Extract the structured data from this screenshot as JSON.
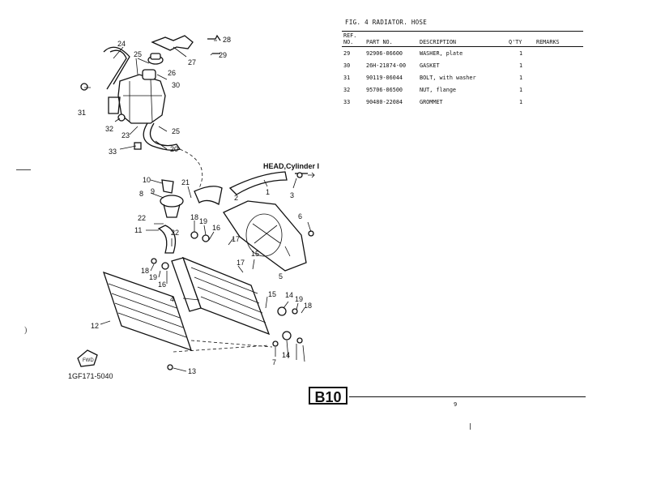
{
  "figure": {
    "title": "FIG.  4  RADIATOR. HOSE",
    "code": "1GF171-5040",
    "head_note": "HEAD,Cylinder I",
    "fwd_label": "FWD",
    "labels": [
      "1",
      "2",
      "3",
      "4",
      "5",
      "6",
      "7",
      "8",
      "9",
      "10",
      "11",
      "12",
      "13",
      "14",
      "14",
      "15",
      "15",
      "16",
      "16",
      "17",
      "17",
      "18",
      "18",
      "18",
      "19",
      "19",
      "19",
      "20",
      "21",
      "22",
      "22",
      "23",
      "24",
      "25",
      "25",
      "26",
      "27",
      "28",
      "29",
      "30",
      "31",
      "32",
      "33"
    ]
  },
  "table": {
    "headers": {
      "ref": "REF.\nNO.",
      "part": "PART NO.",
      "desc": "DESCRIPTION",
      "qty": "Q'TY",
      "remarks": "REMARKS"
    },
    "rows": [
      {
        "ref": "29",
        "part": "92906-06600",
        "desc": "WASHER, plate",
        "qty": "1",
        "remarks": ""
      },
      {
        "ref": "30",
        "part": "26H-21874-00",
        "desc": "GASKET",
        "qty": "1",
        "remarks": ""
      },
      {
        "ref": "31",
        "part": "90119-06044",
        "desc": "BOLT, with washer",
        "qty": "1",
        "remarks": ""
      },
      {
        "ref": "32",
        "part": "95706-06500",
        "desc": "NUT, flange",
        "qty": "1",
        "remarks": ""
      },
      {
        "ref": "33",
        "part": "90480-22084",
        "desc": "GROMMET",
        "qty": "1",
        "remarks": ""
      }
    ]
  },
  "footer": {
    "section": "B10",
    "page": "9"
  }
}
